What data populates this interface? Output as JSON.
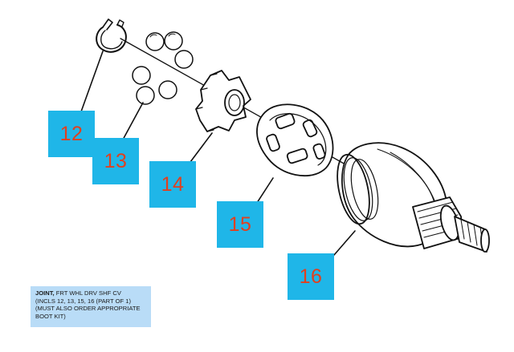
{
  "callouts": {
    "c12": "12",
    "c13": "13",
    "c14": "14",
    "c15": "15",
    "c16": "16"
  },
  "parts": [
    {
      "id": "12",
      "icon": "snap-ring-icon"
    },
    {
      "id": "13",
      "icon": "ball-bearing-icon"
    },
    {
      "id": "14",
      "icon": "inner-race-icon"
    },
    {
      "id": "15",
      "icon": "ball-cage-icon"
    },
    {
      "id": "16",
      "icon": "cv-joint-housing-icon"
    }
  ],
  "note": {
    "title": "JOINT,",
    "title_rest": "  FRT WHL DRV SHF CV",
    "line2": "(INCLS 12, 13, 15, 16 (PART OF 1)",
    "line3": "(MUST ALSO ORDER APPROPRIATE",
    "line4": "BOOT KIT)"
  },
  "colors": {
    "callout_bg": "#1fb6e8",
    "callout_text": "#e0401f",
    "note_bg": "#b9dcf7",
    "line_art": "#111111"
  }
}
